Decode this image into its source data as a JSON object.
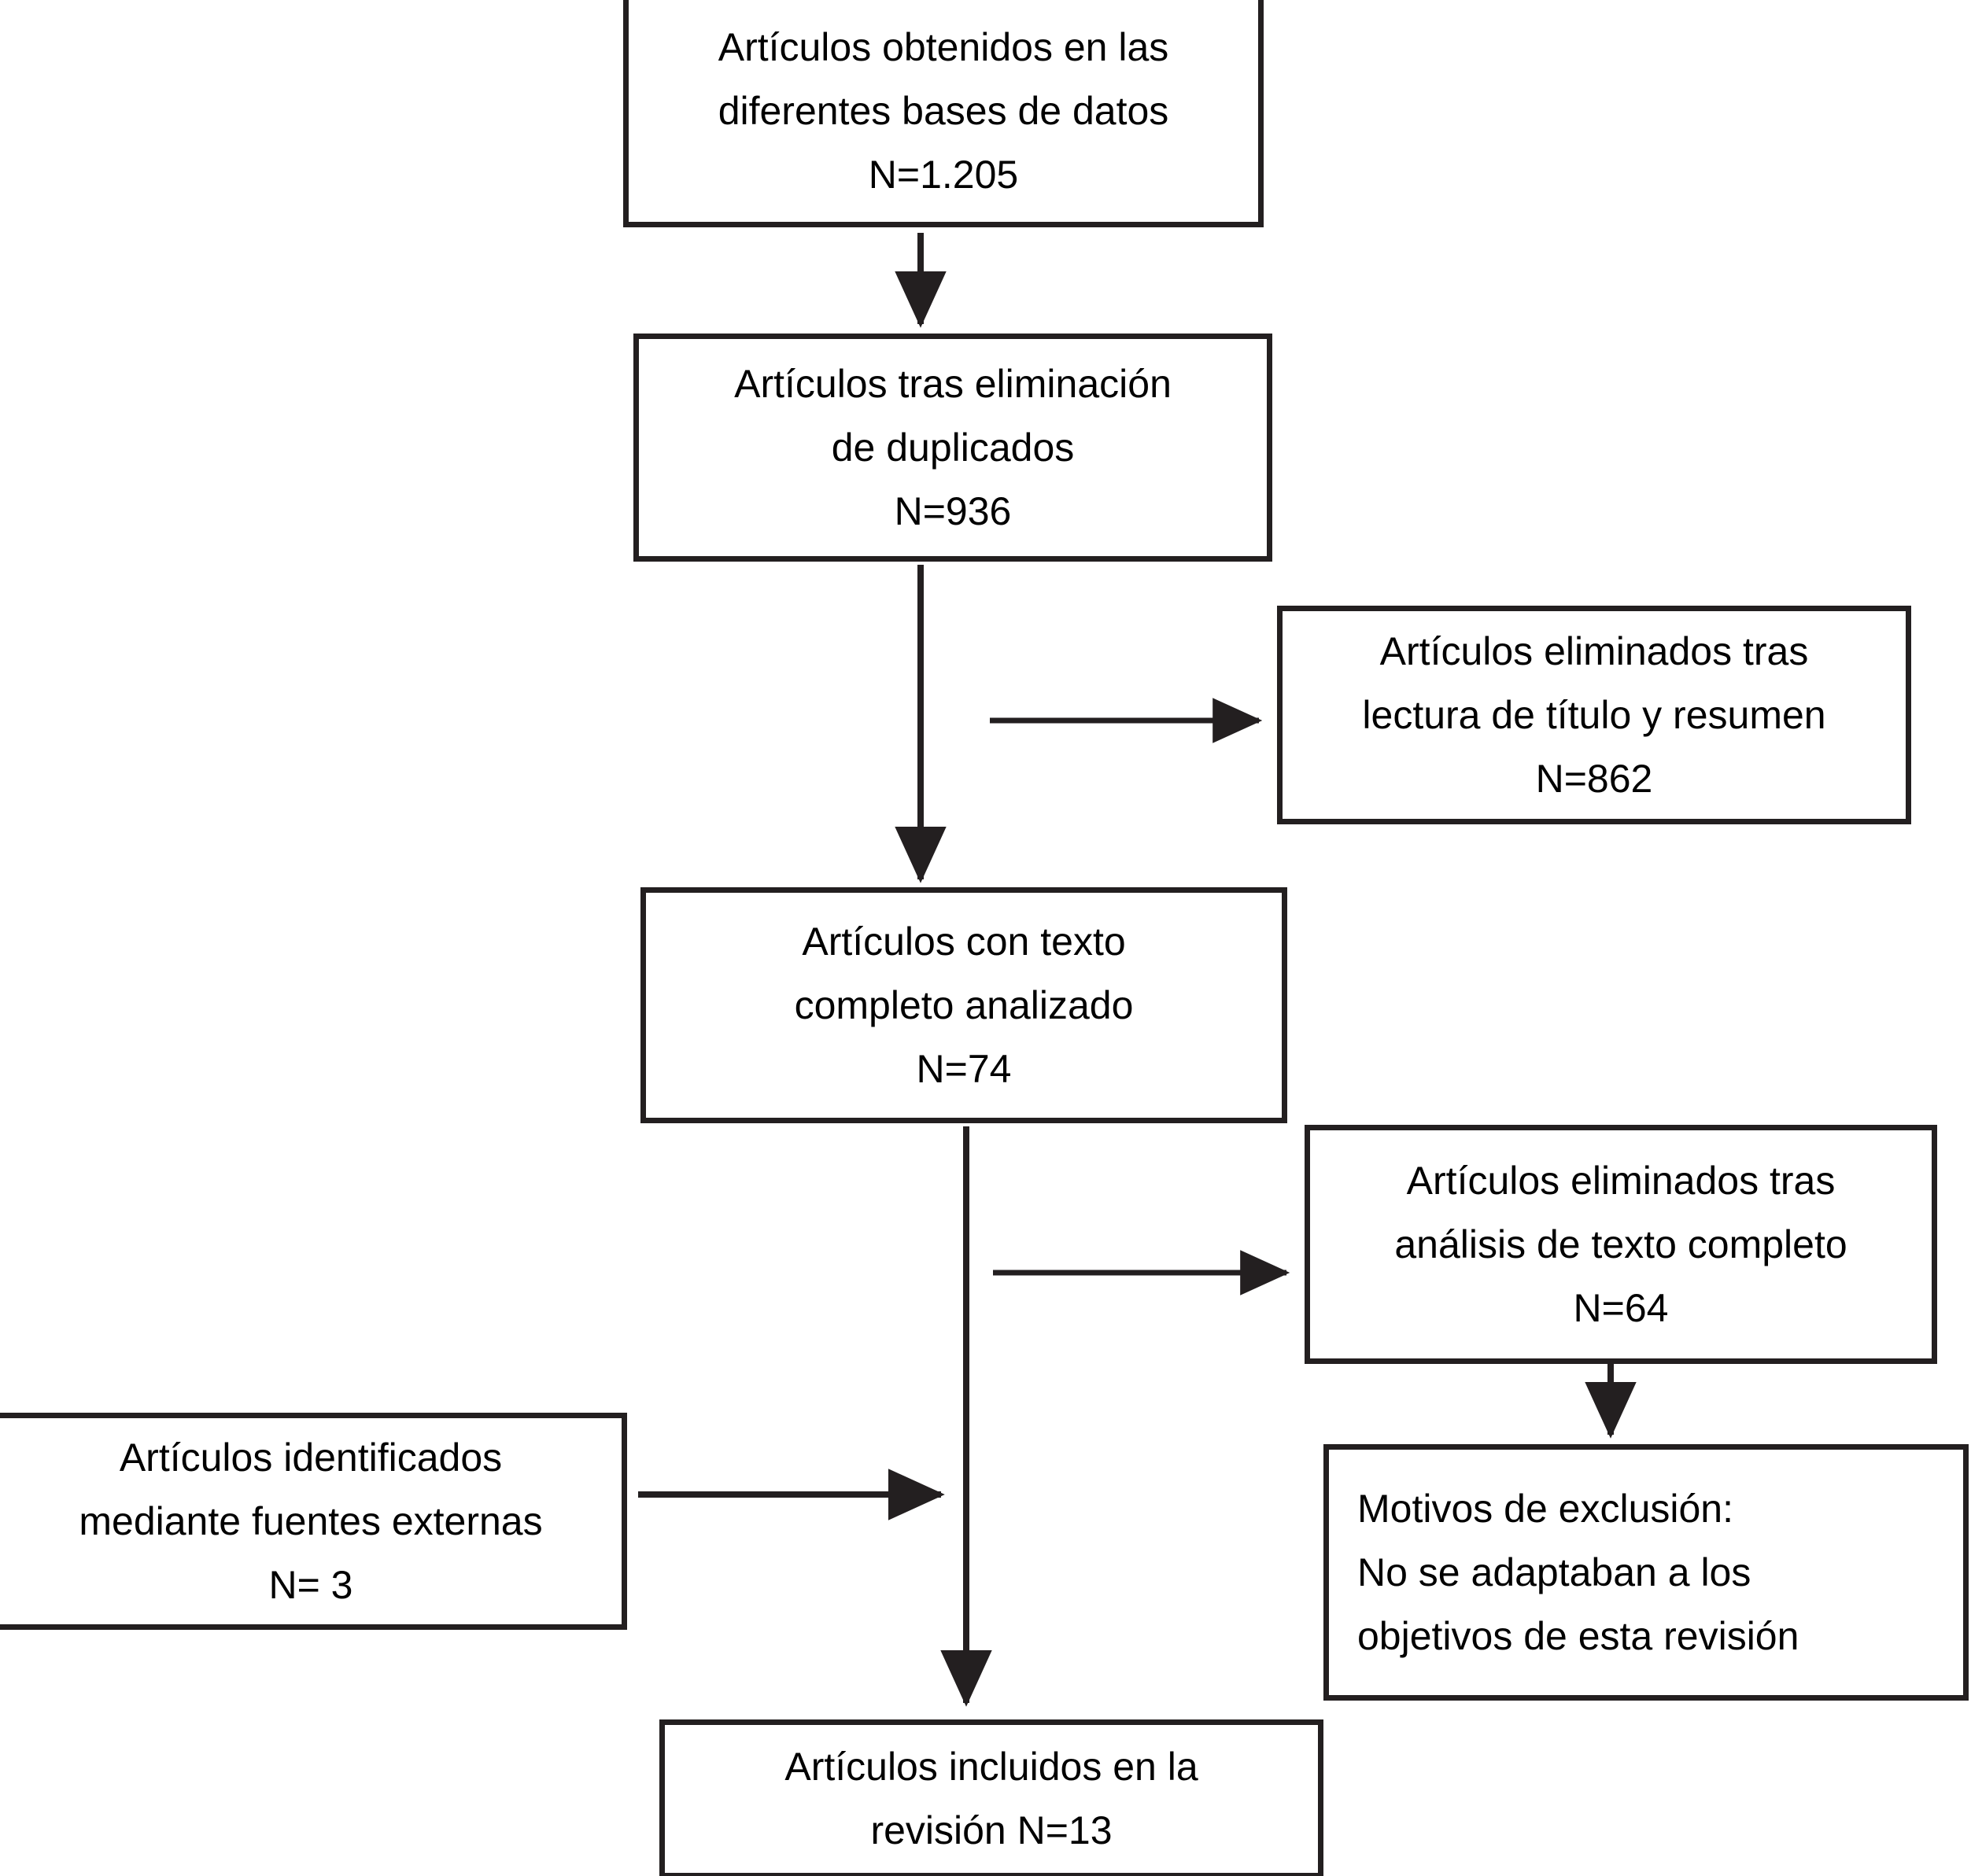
{
  "diagram": {
    "type": "prisma-flow-diagram",
    "language": "es",
    "background_color": "#ffffff",
    "line_color": "#231f20",
    "text_color": "#000000",
    "nodes": [
      {
        "id": "records-identified",
        "lines": [
          "Artículos obtenidos en las",
          "diferentes bases de datos",
          "N=1.205"
        ],
        "count_label": "N=1.205",
        "count": 1205
      },
      {
        "id": "records-after-duplicates",
        "lines": [
          "Artículos tras eliminación",
          "de duplicados",
          "N=936"
        ],
        "count_label": "N=936",
        "count": 936
      },
      {
        "id": "excluded-title-abstract",
        "lines": [
          "Artículos eliminados tras",
          "lectura de título y resumen",
          "N=862"
        ],
        "count_label": "N=862",
        "count": 862
      },
      {
        "id": "fulltext-assessed",
        "lines": [
          "Artículos con texto",
          "completo analizado",
          "N=74"
        ],
        "count_label": "N=74",
        "count": 74
      },
      {
        "id": "excluded-fulltext",
        "lines": [
          "Artículos eliminados tras",
          "análisis de texto completo",
          "N=64"
        ],
        "count_label": "N=64",
        "count": 64
      },
      {
        "id": "exclusion-reasons",
        "lines": [
          "Motivos de exclusión:",
          "No se adaptaban a los",
          "objetivos de esta revisión"
        ],
        "count_label": "",
        "count": null
      },
      {
        "id": "external-sources",
        "lines": [
          "Artículos identificados",
          "mediante fuentes externas",
          "N= 3"
        ],
        "count_label": "N= 3",
        "count": 3
      },
      {
        "id": "studies-included",
        "lines": [
          "Artículos incluidos en la",
          "revisión N=13"
        ],
        "count_label": "N=13",
        "count": 13
      }
    ],
    "edges": [
      {
        "from": "records-identified",
        "to": "records-after-duplicates",
        "direction": "down"
      },
      {
        "from": "records-after-duplicates",
        "to": "fulltext-assessed",
        "direction": "down"
      },
      {
        "from": "records-after-duplicates",
        "to": "excluded-title-abstract",
        "direction": "right"
      },
      {
        "from": "fulltext-assessed",
        "to": "studies-included",
        "direction": "down"
      },
      {
        "from": "fulltext-assessed",
        "to": "excluded-fulltext",
        "direction": "right"
      },
      {
        "from": "excluded-fulltext",
        "to": "exclusion-reasons",
        "direction": "down"
      },
      {
        "from": "external-sources",
        "to": "studies-included",
        "direction": "right"
      }
    ]
  }
}
